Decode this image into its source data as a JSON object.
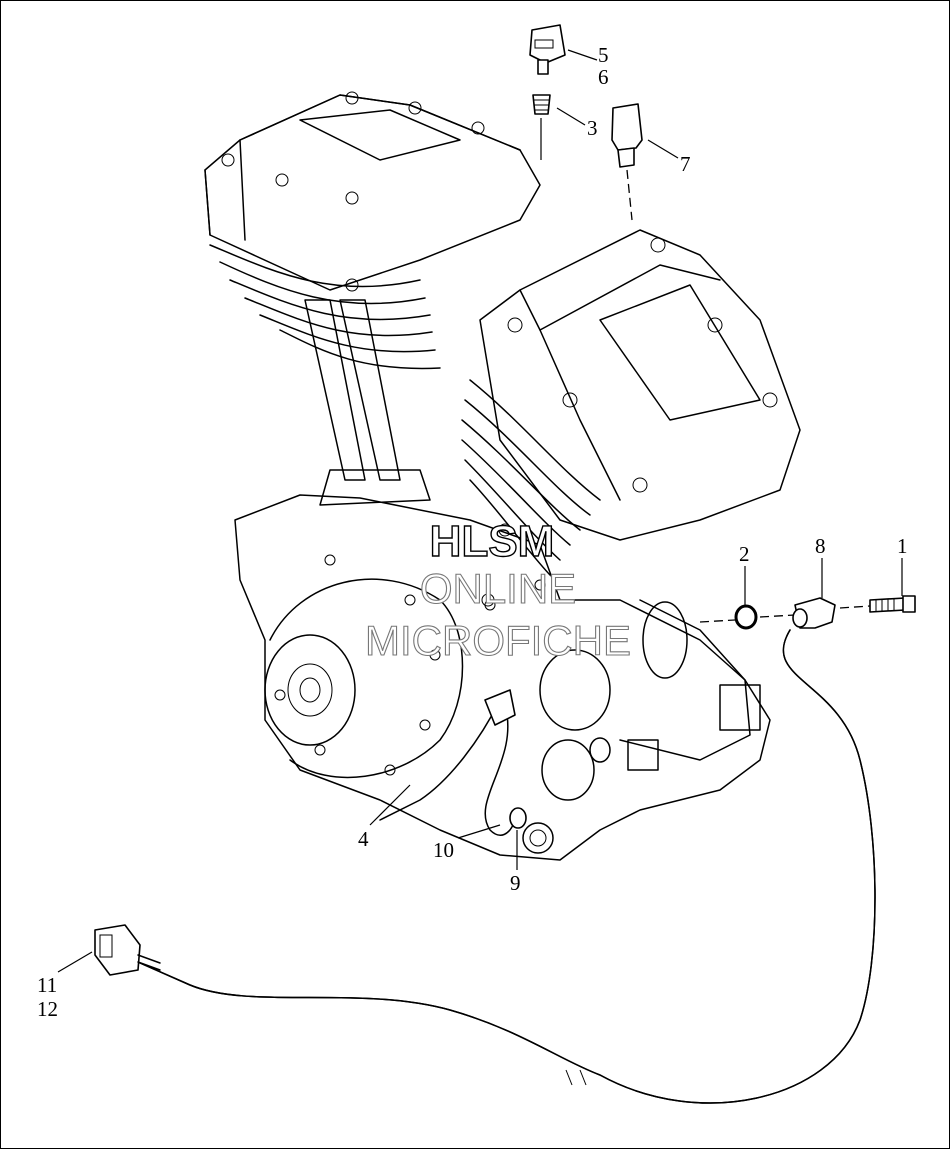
{
  "callouts": [
    {
      "id": "1",
      "text": "1"
    },
    {
      "id": "2",
      "text": "2"
    },
    {
      "id": "3",
      "text": "3"
    },
    {
      "id": "4",
      "text": "4"
    },
    {
      "id": "5",
      "text": "5"
    },
    {
      "id": "6",
      "text": "6"
    },
    {
      "id": "7",
      "text": "7"
    },
    {
      "id": "8",
      "text": "8"
    },
    {
      "id": "9",
      "text": "9"
    },
    {
      "id": "10",
      "text": "10"
    },
    {
      "id": "11",
      "text": "11"
    },
    {
      "id": "12",
      "text": "12"
    }
  ],
  "watermark": {
    "line1": "HLSM",
    "line2": "ONLINE",
    "line3": "MICROFICHE"
  }
}
